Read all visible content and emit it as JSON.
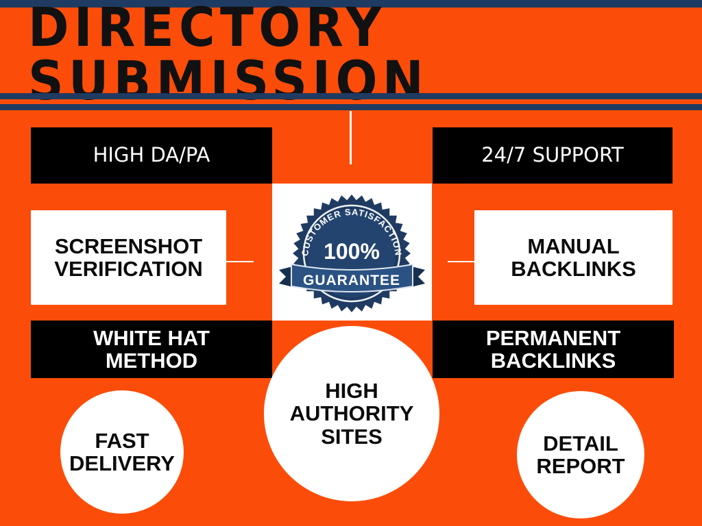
{
  "title": "DIRECTORY SUBMISSION",
  "colors": {
    "background": "#fb4d09",
    "stripe": "#1f3b62",
    "box_dark": "#000000",
    "box_light": "#ffffff",
    "badge_navy": "#1f3b62"
  },
  "features": {
    "high_da_pa": "HIGH DA/PA",
    "support": "24/7 SUPPORT",
    "screenshot_line1": "SCREENSHOT",
    "screenshot_line2": "VERIFICATION",
    "manual_line1": "MANUAL",
    "manual_line2": "BACKLINKS",
    "whitehat_line1": "WHITE HAT",
    "whitehat_line2": "METHOD",
    "permanent_line1": "PERMANENT",
    "permanent_line2": "BACKLINKS",
    "fast_line1": "FAST",
    "fast_line2": "DELIVERY",
    "authority_line1": "HIGH",
    "authority_line2": "AUTHORITY",
    "authority_line3": "SITES",
    "detail_line1": "DETAIL",
    "detail_line2": "REPORT"
  },
  "badge": {
    "arc_text": "CUSTOMER SATISFACTION",
    "percent": "100%",
    "ribbon_text": "GUARANTEE"
  }
}
